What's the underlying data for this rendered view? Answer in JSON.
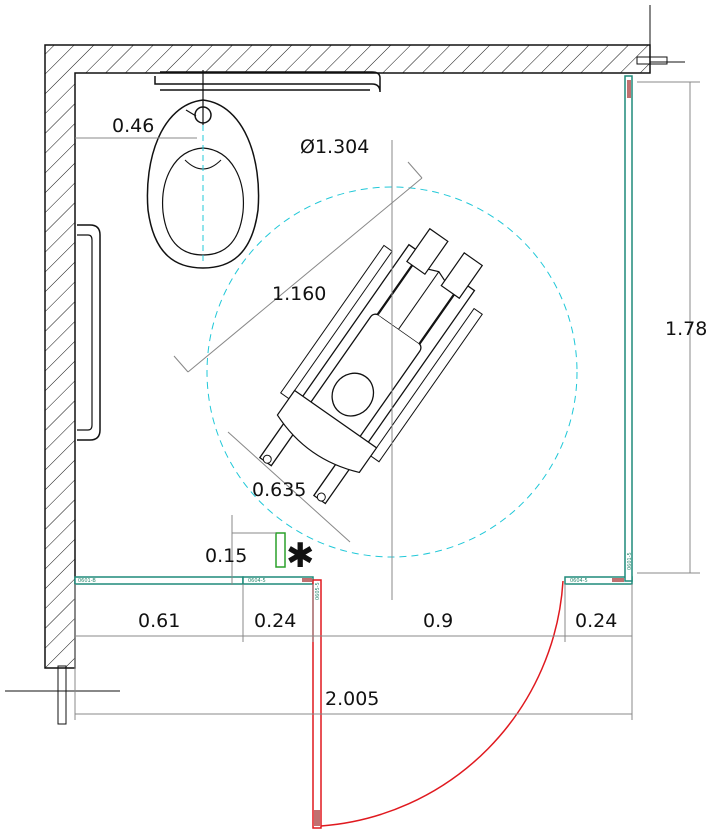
{
  "dimensions": {
    "grab_bar_offset": "0.46",
    "turning_diameter": "Ø1.304",
    "wheelchair_length": "1.160",
    "wheelchair_width": "0.635",
    "panel_depth": "0.15",
    "partition_height": "1.78",
    "left_segment": "0.61",
    "pilaster_left": "0.24",
    "door_opening": "0.9",
    "pilaster_right": "0.24",
    "overall_width": "2.005"
  },
  "marker": "✱",
  "part_tags": {
    "left_panel": "0601-B",
    "pilaster_left": "0604-5",
    "door_edge": "0605-5",
    "pilaster_right": "0604-5",
    "right_panel": "0601-5"
  },
  "colors": {
    "wall": "#1a1a1a",
    "partition": "#1f8a7a",
    "door": "#e0191f",
    "pilaster_accent": "#2aa02a",
    "circle": "#20c8d8"
  }
}
